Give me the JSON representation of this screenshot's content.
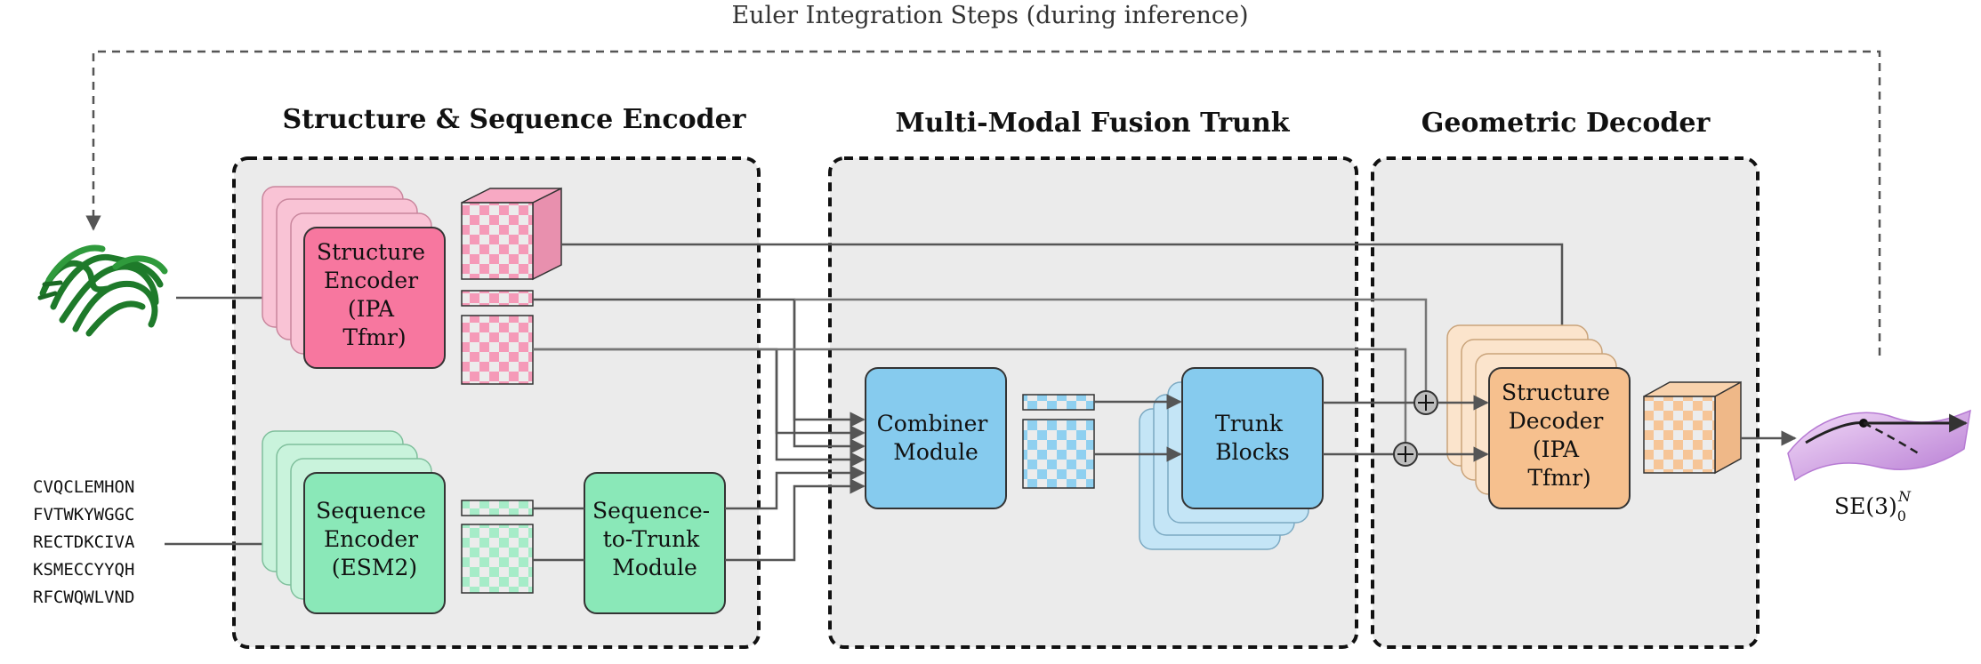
{
  "top_label": "Euler Integration Steps (during inference)",
  "sections": {
    "encoder_title": "Structure & Sequence Encoder",
    "trunk_title": "Multi-Modal Fusion Trunk",
    "decoder_title": "Geometric Decoder"
  },
  "modules": {
    "structure_encoder": [
      "Structure",
      "Encoder",
      "(IPA",
      "Tfmr)"
    ],
    "sequence_encoder": [
      "Sequence",
      "Encoder",
      "(ESM2)"
    ],
    "sequence_to_trunk": [
      "Sequence-",
      "to-Trunk",
      "Module"
    ],
    "combiner": [
      "Combiner",
      "Module"
    ],
    "trunk_blocks": [
      "Trunk",
      "Blocks"
    ],
    "structure_decoder": [
      "Structure",
      "Decoder",
      "(IPA",
      "Tfmr)"
    ]
  },
  "sequence_lines": [
    "CVQCLEMHON",
    "FVTWKYWGGC",
    "RECTDKCIVA",
    "KSMECCYYQH",
    "RFCWQWLVND"
  ],
  "output_label": "SE(3)",
  "output_sub": "0",
  "output_sup": "N",
  "colors": {
    "panel_fill": "#ebebeb",
    "pink": "#f7779f",
    "pink_light": "#f9c3d5",
    "green": "#8ae8b8",
    "green_light": "#c9f3dc",
    "blue": "#86cbee",
    "blue_light": "#c4e5f6",
    "orange": "#f6c08e",
    "orange_light": "#fbe4cc",
    "protein": "#1e7a2a",
    "manifold": "#c98be0"
  }
}
